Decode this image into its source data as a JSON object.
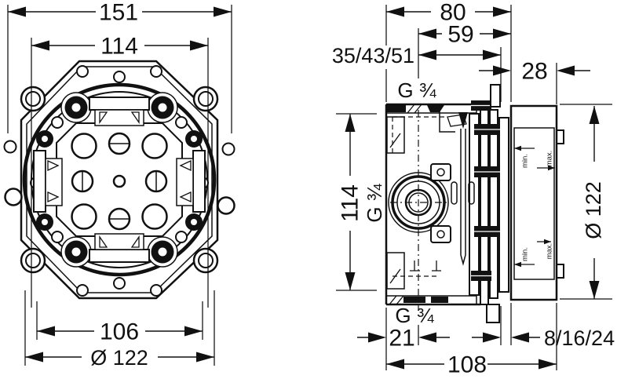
{
  "front_view": {
    "dim_overall_width": "151",
    "dim_hole_spacing": "114",
    "dim_tab_width": "106",
    "dim_diameter": "Ø 122"
  },
  "side_view": {
    "dim_depth": "80",
    "dim_depth_inner": "59",
    "dim_install_depth_options": "35/43/51",
    "dim_front_unit": "28",
    "dim_hole_spacing": "114",
    "dim_diameter": "Ø 122",
    "dim_port_offset": "21",
    "dim_finish_depth_options": "8/16/24",
    "dim_body_length": "108",
    "thread_top": "G ¾",
    "thread_side": "G ¾",
    "thread_bottom": "G ¾",
    "label_min": "min.",
    "label_max": "max."
  },
  "colors": {
    "line": "#111111",
    "background": "#ffffff"
  }
}
